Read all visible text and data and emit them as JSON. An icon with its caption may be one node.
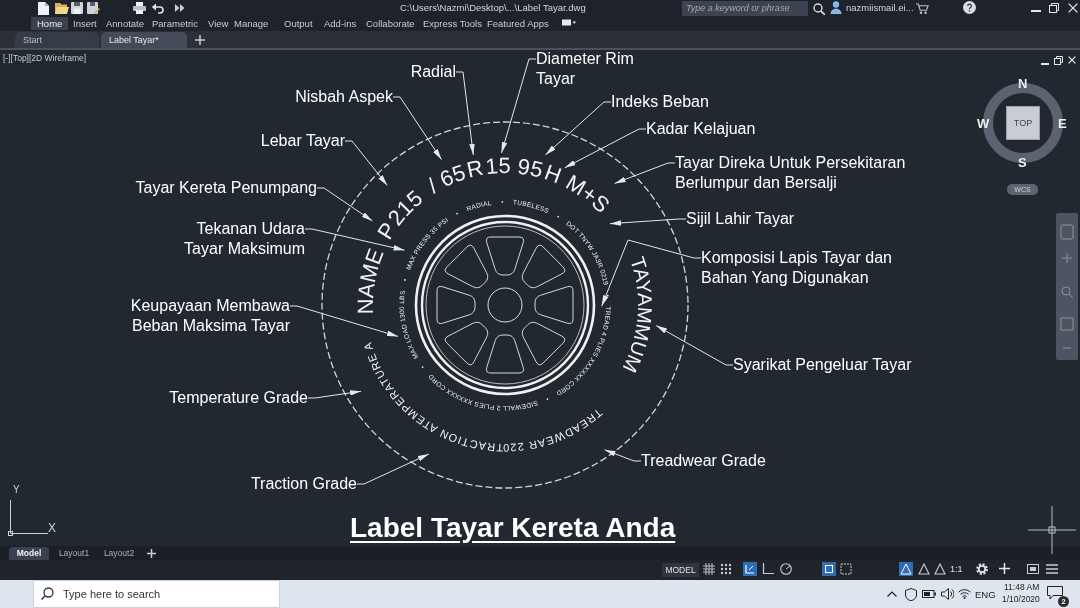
{
  "diagram": {
    "title": "Label Tayar Kereta Anda",
    "nodes": [
      {
        "text": [
          "Radial"
        ]
      },
      {
        "text": [
          "Diameter Rim Tayar"
        ]
      },
      {
        "text": [
          "Nisbah Aspek"
        ]
      },
      {
        "text": [
          "Indeks Beban"
        ]
      },
      {
        "text": [
          "Kadar Kelajuan"
        ]
      },
      {
        "text": [
          "Lebar Tayar"
        ]
      },
      {
        "text": [
          "Tayar Direka Untuk Persekitaran Berlumpur dan Bersalji"
        ]
      },
      {
        "text": [
          "Tayar Kereta Penumpang"
        ]
      },
      {
        "text": [
          "Sijil Lahir Tayar"
        ]
      },
      {
        "text": [
          "Tekanan Udara Tayar Maksimum"
        ]
      },
      {
        "text": [
          "Komposisi Lapis Tayar dan Bahan Yang Digunakan"
        ]
      },
      {
        "text": [
          "Keupayaan Membawa Beban Maksima Tayar"
        ]
      },
      {
        "text": [
          "Syarikat Pengeluar Tayar"
        ]
      },
      {
        "text": [
          "Temperature Grade"
        ]
      },
      {
        "text": [
          "Treadwear Grade"
        ]
      },
      {
        "text": [
          "Traction Grade"
        ]
      },
      {
        "text": [
          "P"
        ]
      },
      {
        "text": [
          "215"
        ]
      },
      {
        "text": [
          "65"
        ]
      },
      {
        "text": [
          "R"
        ]
      },
      {
        "text": [
          "15"
        ]
      },
      {
        "text": [
          "95"
        ]
      },
      {
        "text": [
          "H"
        ]
      },
      {
        "text": [
          "M+S"
        ]
      },
      {
        "text": [
          "MAX PRESS 35 PSI"
        ]
      },
      {
        "text": [
          "DOT TNYW JA3R 0219"
        ]
      },
      {
        "text": [
          "TREAD 4 PLIES XXXXXX CORD"
        ]
      },
      {
        "text": [
          "MAX LOAD 1300 LBS"
        ]
      },
      {
        "text": [
          "TAYAMMUM"
        ]
      },
      {
        "text": [
          "TEMPERATURE A"
        ]
      },
      {
        "text": [
          "TREADWEAR 220"
        ]
      },
      {
        "text": [
          "TRACTION A"
        ]
      }
    ],
    "edges": [
      {
        "from": 0,
        "to": 19,
        "arrow": "to"
      },
      {
        "from": 1,
        "to": 20,
        "arrow": "to"
      },
      {
        "from": 2,
        "to": 18,
        "arrow": "to"
      },
      {
        "from": 3,
        "to": 21,
        "arrow": "to"
      },
      {
        "from": 4,
        "to": 22,
        "arrow": "to"
      },
      {
        "from": 5,
        "to": 17,
        "arrow": "to"
      },
      {
        "from": 6,
        "to": 23,
        "arrow": "to"
      },
      {
        "from": 7,
        "to": 16,
        "arrow": "to"
      },
      {
        "from": 8,
        "to": 25,
        "arrow": "to"
      },
      {
        "from": 9,
        "to": 24,
        "arrow": "to"
      },
      {
        "from": 10,
        "to": 26,
        "arrow": "to"
      },
      {
        "from": 11,
        "to": 27,
        "arrow": "to"
      },
      {
        "from": 12,
        "to": 28,
        "arrow": "to"
      },
      {
        "from": 13,
        "to": 29,
        "arrow": "to"
      },
      {
        "from": 14,
        "to": 30,
        "arrow": "to"
      },
      {
        "from": 15,
        "to": 31,
        "arrow": "to"
      }
    ],
    "labels": [
      "C:\\Users\\Nazmi\\Desktop\\...\\Label Tayar.dwg",
      "Type a keyword or phrase",
      "nazmiismail.ei...",
      "Home",
      "Insert",
      "Annotate",
      "Parametric",
      "View",
      "Manage",
      "Output",
      "Add-ins",
      "Collaborate",
      "Express Tools",
      "Featured Apps",
      "Start",
      "Label Tayar*",
      "[-][Top][2D Wireframe]",
      "N",
      "W",
      "TOP",
      "E",
      "S",
      "WCS",
      "/",
      "NAME",
      "RADIAL",
      "TUBELESS",
      "SIDEWALL 2 PLIES XXXXXX CORD",
      "Y",
      "X",
      "Model",
      "Layout1",
      "Layout2",
      "MODEL",
      "1:1",
      "Type here to search",
      "ENG",
      "11:48 AM",
      "1/10/2020",
      "2"
    ]
  }
}
